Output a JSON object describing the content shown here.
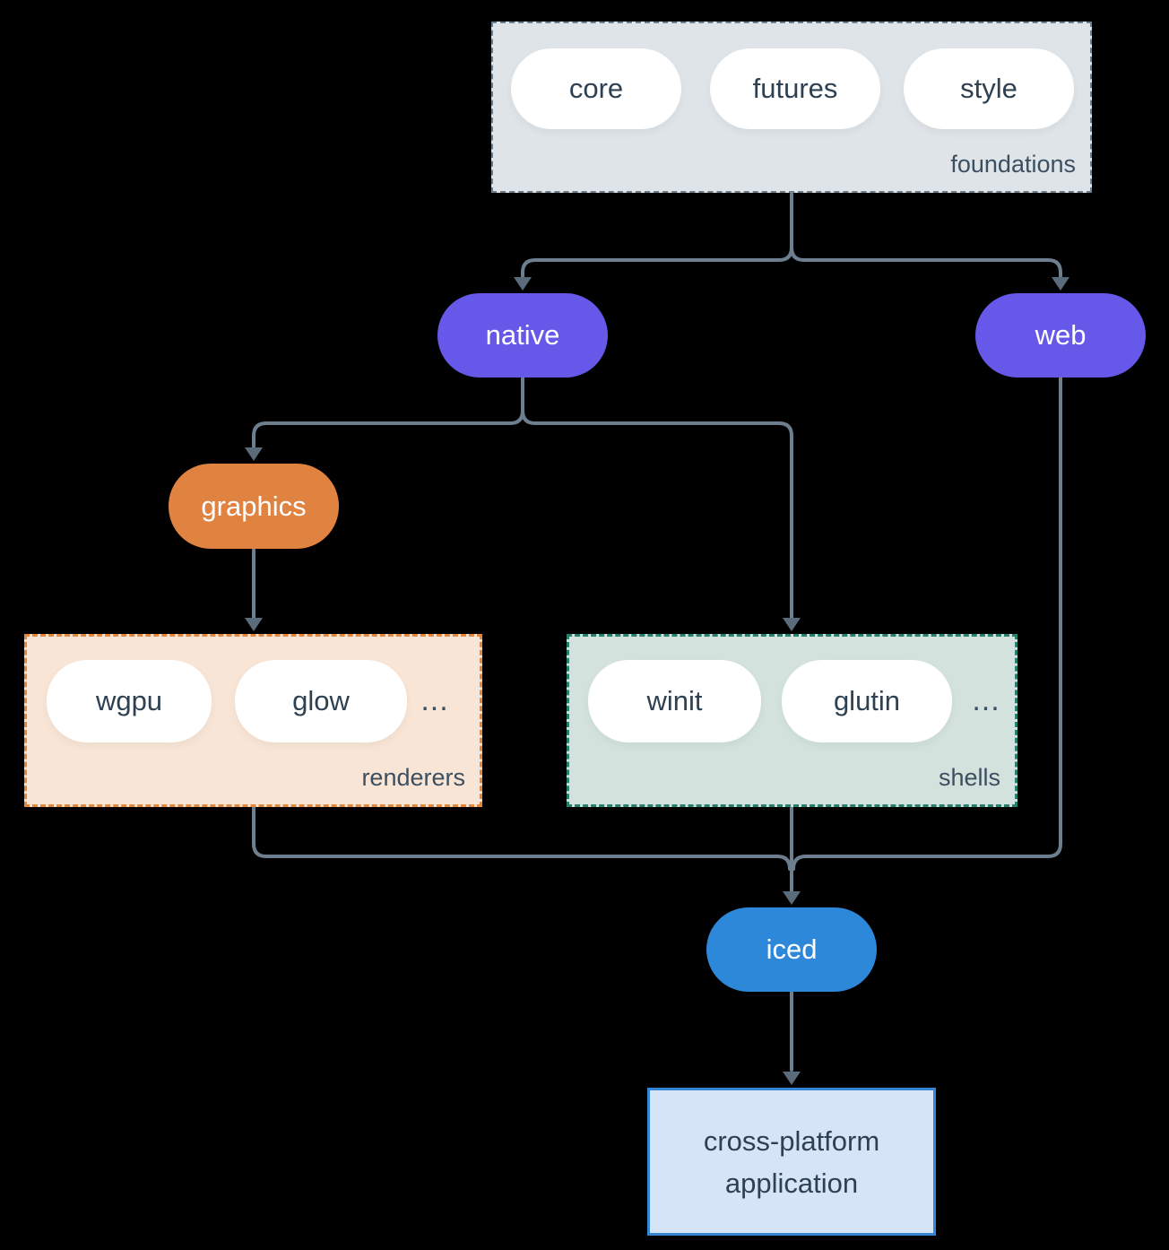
{
  "nodes": {
    "core": "core",
    "futures": "futures",
    "style": "style",
    "native": "native",
    "web": "web",
    "graphics": "graphics",
    "wgpu": "wgpu",
    "glow": "glow",
    "winit": "winit",
    "glutin": "glutin",
    "iced": "iced",
    "app_line1": "cross-platform",
    "app_line2": "application"
  },
  "groups": {
    "foundations": "foundations",
    "renderers": "renderers",
    "shells": "shells"
  },
  "ellipsis": "...",
  "colors": {
    "bg": "#000000",
    "node-purple": "#6658e8",
    "node-orange": "#e08340",
    "node-blue": "#2e88da",
    "node-text-light": "#ffffff",
    "node-text-dark": "#2e4152",
    "label-text": "#3c4f61",
    "pill-fill": "#ffffff",
    "foundations-fill": "#dfe4e8",
    "foundations-border": "#6b7f8f",
    "renderers-fill": "#f9e5d5",
    "renderers-border": "#e2873c",
    "shells-fill": "#d3e2dc",
    "shells-border": "#25806c",
    "app-fill": "#d5e5f7",
    "app-border": "#3585d6",
    "edge": "#6d7e8e",
    "arrow": "#5a6c7c"
  }
}
